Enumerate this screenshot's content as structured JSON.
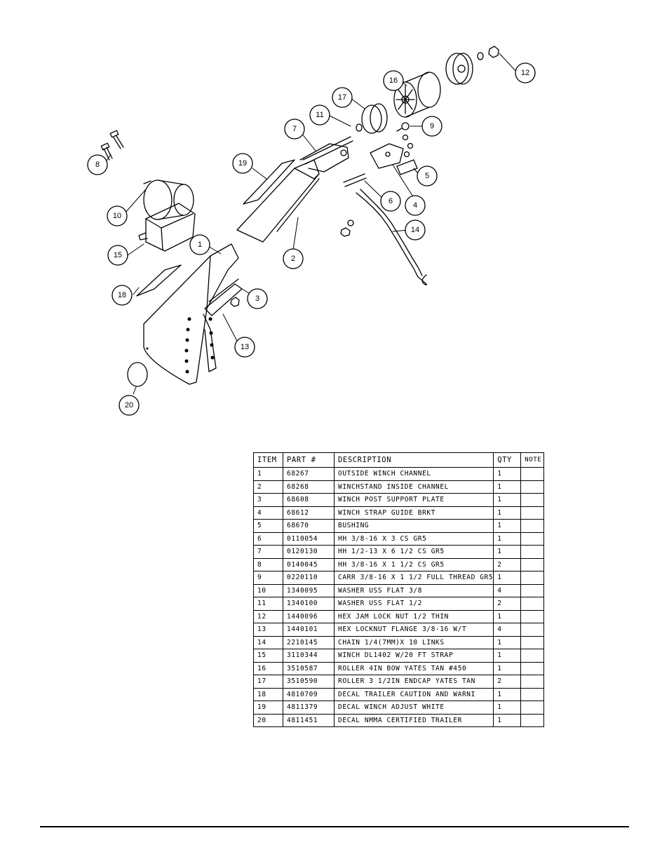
{
  "table": {
    "headers": {
      "item": "ITEM",
      "part": "PART #",
      "description": "DESCRIPTION",
      "qty": "QTY",
      "note": "NOTE"
    },
    "rows": [
      {
        "item": "1",
        "part": "68267",
        "description": "OUTSIDE WINCH CHANNEL",
        "qty": "1",
        "note": ""
      },
      {
        "item": "2",
        "part": "68268",
        "description": "WINCHSTAND   INSIDE CHANNEL",
        "qty": "1",
        "note": ""
      },
      {
        "item": "3",
        "part": "68608",
        "description": "WINCH POST SUPPORT PLATE",
        "qty": "1",
        "note": ""
      },
      {
        "item": "4",
        "part": "68612",
        "description": "WINCH STRAP GUIDE BRKT",
        "qty": "1",
        "note": ""
      },
      {
        "item": "5",
        "part": "68670",
        "description": "BUSHING",
        "qty": "1",
        "note": ""
      },
      {
        "item": "6",
        "part": "0110054",
        "description": "HH 3/8-16 X 3 CS GR5",
        "qty": "1",
        "note": ""
      },
      {
        "item": "7",
        "part": "0120130",
        "description": "HH 1/2-13 X 6 1/2 CS GR5",
        "qty": "1",
        "note": ""
      },
      {
        "item": "8",
        "part": "0140045",
        "description": "HH 3/8-16 X 1 1/2 CS GR5",
        "qty": "2",
        "note": ""
      },
      {
        "item": "9",
        "part": "0220110",
        "description": "CARR 3/8-16 X 1 1/2 FULL THREAD GR5",
        "qty": "1",
        "note": ""
      },
      {
        "item": "10",
        "part": "1340095",
        "description": "WASHER USS FLAT 3/8",
        "qty": "4",
        "note": ""
      },
      {
        "item": "11",
        "part": "1340100",
        "description": "WASHER USS FLAT 1/2",
        "qty": "2",
        "note": ""
      },
      {
        "item": "12",
        "part": "1440096",
        "description": "HEX JAM LOCK NUT 1/2 THIN",
        "qty": "1",
        "note": ""
      },
      {
        "item": "13",
        "part": "1440101",
        "description": "HEX LOCKNUT FLANGE 3/8-16 W/T",
        "qty": "4",
        "note": ""
      },
      {
        "item": "14",
        "part": "2210145",
        "description": "CHAIN 1/4(7MM)X 10 LINKS",
        "qty": "1",
        "note": ""
      },
      {
        "item": "15",
        "part": "3110344",
        "description": "WINCH DL1402 W/20 FT STRAP",
        "qty": "1",
        "note": ""
      },
      {
        "item": "16",
        "part": "3510587",
        "description": "ROLLER 4IN BOW YATES TAN #450",
        "qty": "1",
        "note": ""
      },
      {
        "item": "17",
        "part": "3510590",
        "description": "ROLLER 3 1/2IN ENDCAP YATES TAN",
        "qty": "2",
        "note": ""
      },
      {
        "item": "18",
        "part": "4810709",
        "description": "DECAL TRAILER CAUTION AND WARNI",
        "qty": "1",
        "note": ""
      },
      {
        "item": "19",
        "part": "4811379",
        "description": "DECAL WINCH ADJUST WHITE",
        "qty": "1",
        "note": ""
      },
      {
        "item": "20",
        "part": "4811451",
        "description": "DECAL NMMA CERTIFIED TRAILER",
        "qty": "1",
        "note": ""
      }
    ]
  },
  "callouts": [
    {
      "label": "1"
    },
    {
      "label": "2"
    },
    {
      "label": "3"
    },
    {
      "label": "4"
    },
    {
      "label": "5"
    },
    {
      "label": "6"
    },
    {
      "label": "7"
    },
    {
      "label": "8"
    },
    {
      "label": "9"
    },
    {
      "label": "10"
    },
    {
      "label": "11"
    },
    {
      "label": "12"
    },
    {
      "label": "13"
    },
    {
      "label": "14"
    },
    {
      "label": "15"
    },
    {
      "label": "16"
    },
    {
      "label": "17"
    },
    {
      "label": "18"
    },
    {
      "label": "19"
    },
    {
      "label": "20"
    }
  ]
}
